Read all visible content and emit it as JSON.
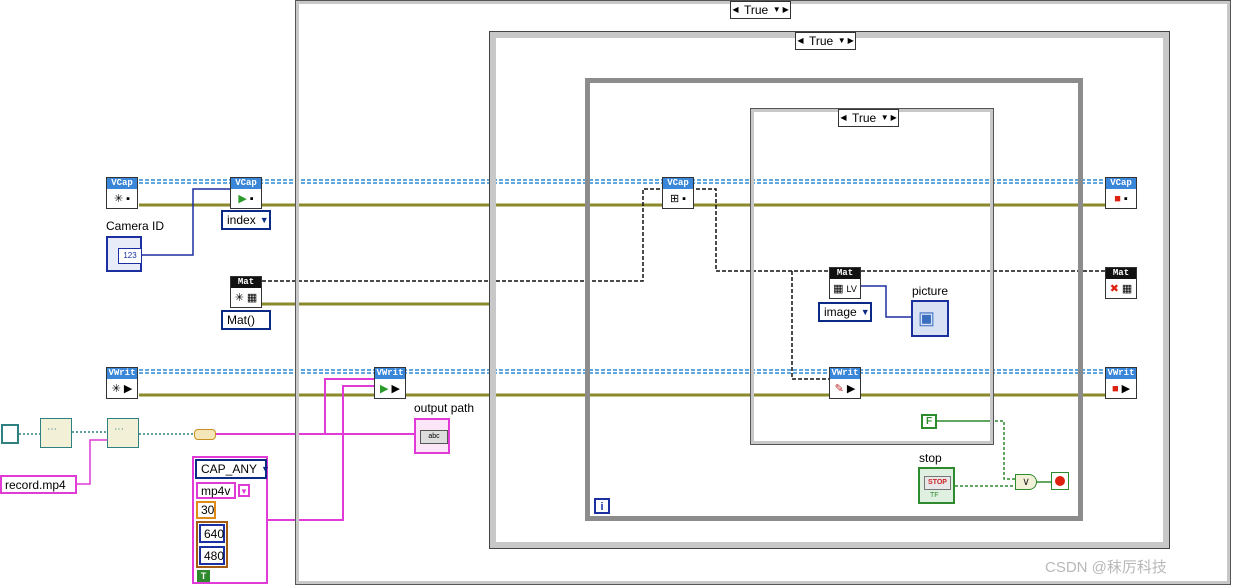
{
  "selectors": {
    "outer_case": "True",
    "middle_case": "True",
    "inner_case": "True"
  },
  "nodes": {
    "vcap_create": "VCap",
    "vcap_open": "VCap",
    "vcap_read": "VCap",
    "vcap_release": "VCap",
    "mat_create": "Mat",
    "mat_to_picture": "Mat",
    "mat_release": "Mat",
    "vwrit_create": "VWrit",
    "vwrit_open": "VWrit",
    "vwrit_write": "VWrit",
    "vwrit_release": "VWrit"
  },
  "enums": {
    "vcap_open_mode": "index",
    "mat_constructor": "Mat()",
    "mat_property": "image",
    "api_preference": "CAP_ANY"
  },
  "labels": {
    "camera_id": "Camera ID",
    "output_path": "output path",
    "picture": "picture",
    "stop": "stop"
  },
  "constants": {
    "file_name": "record.mp4",
    "codec": "mp4v",
    "fps": "30",
    "width": "640",
    "height": "480",
    "bool_false": "F",
    "bool_true": "T",
    "numeric_display": "123",
    "string_display": "abc",
    "stop_button": "STOP",
    "stop_tf": "TF",
    "loop_iteration": "i"
  },
  "colors": {
    "refnum_wire": "#2e8bd6",
    "error_wire": "#8a8a2a",
    "cluster_wire": "#111111",
    "string_wire": "#e23ad6",
    "bool_wire": "#2d8a2d",
    "path_wire": "#2f8080"
  },
  "watermark": "CSDN @秣厉科技"
}
